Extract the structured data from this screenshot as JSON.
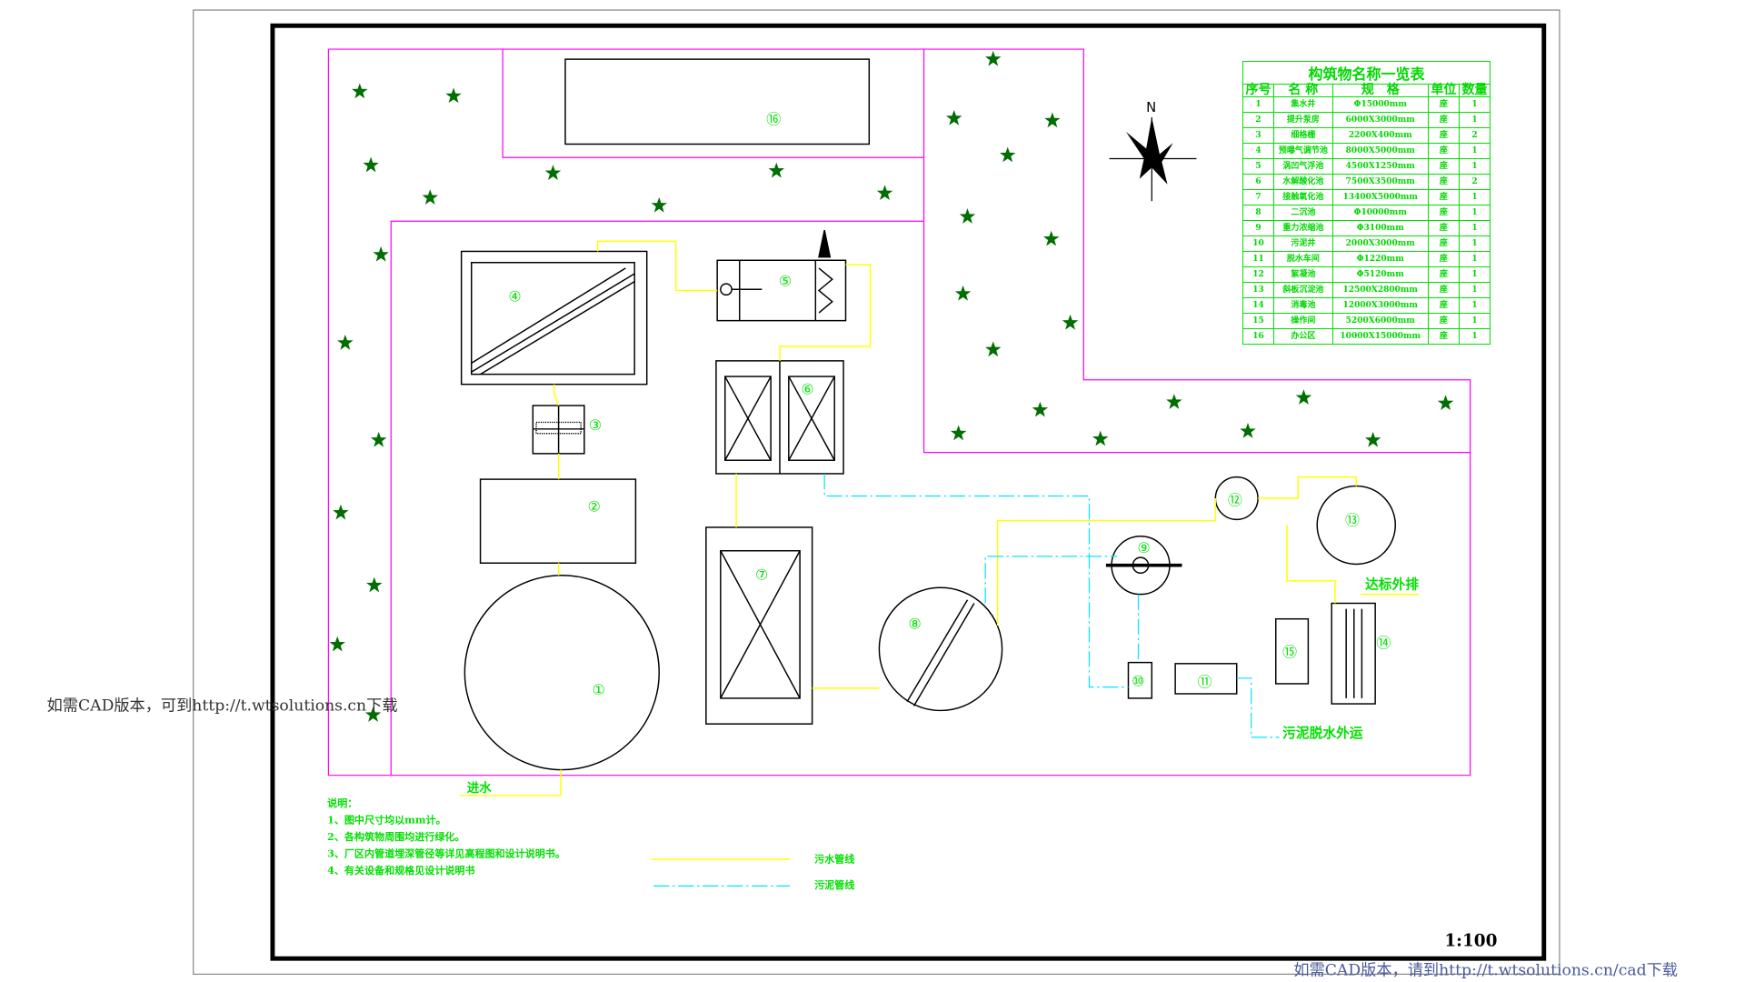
{
  "colors": {
    "sewage_pipe": "#ffff00",
    "sludge_pipe": "#00e5ff",
    "boundary": "#ff00ff",
    "text": "#00e000",
    "tree": "#006e00"
  },
  "drawing": {
    "north": "N",
    "scale": "1:100",
    "inlet_label": "进水",
    "discharge_label": "达标外排",
    "sludge_label": "污泥脱水外运",
    "unit_labels": [
      "①",
      "②",
      "③",
      "④",
      "⑤",
      "⑥",
      "⑦",
      "⑧",
      "⑨",
      "⑩",
      "⑪",
      "⑫",
      "⑬",
      "⑭",
      "⑮",
      "⑯"
    ]
  },
  "notes": {
    "title": "说明：",
    "items": [
      "1、图中尺寸均以mm计。",
      "2、各构筑物周围均进行绿化。",
      "3、厂区内管道埋深管径等详见高程图和设计说明书。",
      "4、有关设备和规格见设计说明书"
    ]
  },
  "legend": {
    "sewage": "污水管线",
    "sludge": "污泥管线"
  },
  "watermarks": {
    "left": "如需CAD版本，可到http://t.wtsolutions.cn下载",
    "bottom": "如需CAD版本，请到http://t.wtsolutions.cn/cad下载"
  },
  "table": {
    "title": "构筑物名称一览表",
    "headers": [
      "序号",
      "名 称",
      "规　格",
      "单位",
      "数量"
    ],
    "rows": [
      [
        "1",
        "集水井",
        "Φ15000mm",
        "座",
        "1"
      ],
      [
        "2",
        "提升泵房",
        "6000X3000mm",
        "座",
        "1"
      ],
      [
        "3",
        "细格栅",
        "2200X400mm",
        "座",
        "2"
      ],
      [
        "4",
        "预曝气调节池",
        "8000X5000mm",
        "座",
        "1"
      ],
      [
        "5",
        "涡凹气浮池",
        "4500X1250mm",
        "座",
        "1"
      ],
      [
        "6",
        "水解酸化池",
        "7500X3500mm",
        "座",
        "2"
      ],
      [
        "7",
        "接触氧化池",
        "13400X5000mm",
        "座",
        "1"
      ],
      [
        "8",
        "二沉池",
        "Φ10000mm",
        "座",
        "1"
      ],
      [
        "9",
        "重力浓缩池",
        "Φ3100mm",
        "座",
        "1"
      ],
      [
        "10",
        "污泥井",
        "2000X3000mm",
        "座",
        "1"
      ],
      [
        "11",
        "脱水车间",
        "Φ1220mm",
        "座",
        "1"
      ],
      [
        "12",
        "絮凝池",
        "Φ5120mm",
        "座",
        "1"
      ],
      [
        "13",
        "斜板沉淀池",
        "12500X2800mm",
        "座",
        "1"
      ],
      [
        "14",
        "消毒池",
        "12000X3000mm",
        "座",
        "1"
      ],
      [
        "15",
        "操作间",
        "5200X6000mm",
        "座",
        "1"
      ],
      [
        "16",
        "办公区",
        "10000X15000mm",
        "座",
        "1"
      ]
    ]
  }
}
